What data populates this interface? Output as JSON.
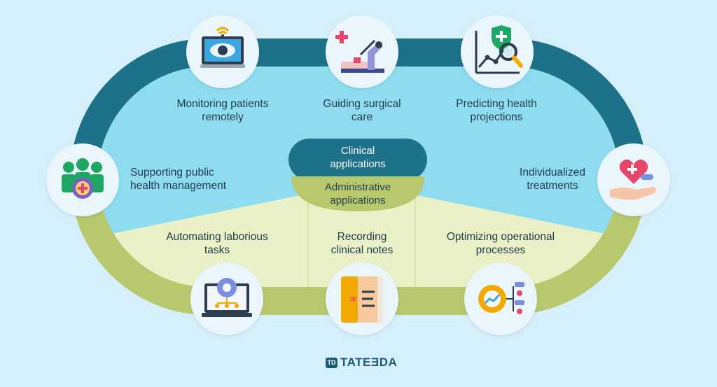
{
  "colors": {
    "background": "#d6f0fb",
    "track_clinical": "#1d7289",
    "track_admin": "#b8c86d",
    "inner_clinical": "#8fdcf0",
    "inner_admin": "#eaf1c6",
    "text": "#1f3b4c"
  },
  "center": {
    "clinical": [
      "Clinical",
      "applications"
    ],
    "administrative": [
      "Administrative",
      "applications"
    ]
  },
  "clinical_items": [
    {
      "lines": [
        "Monitoring patients",
        "remotely"
      ],
      "icon": "eye-monitor-icon"
    },
    {
      "lines": [
        "Guiding surgical",
        "care"
      ],
      "icon": "surgical-robot-icon"
    },
    {
      "lines": [
        "Predicting health",
        "projections"
      ],
      "icon": "health-chart-icon"
    },
    {
      "lines": [
        "Supporting public",
        "health management"
      ],
      "icon": "public-health-group-icon"
    },
    {
      "lines": [
        "Individualized",
        "treatments"
      ],
      "icon": "heart-hand-icon"
    }
  ],
  "admin_items": [
    {
      "lines": [
        "Automating laborious",
        "tasks"
      ],
      "icon": "laptop-gear-icon"
    },
    {
      "lines": [
        "Recording",
        "clinical notes"
      ],
      "icon": "notebook-icon"
    },
    {
      "lines": [
        "Optimizing operational",
        "processes"
      ],
      "icon": "gear-process-icon"
    }
  ],
  "brand": {
    "mark": "TD",
    "name": "TATEƎDA"
  }
}
